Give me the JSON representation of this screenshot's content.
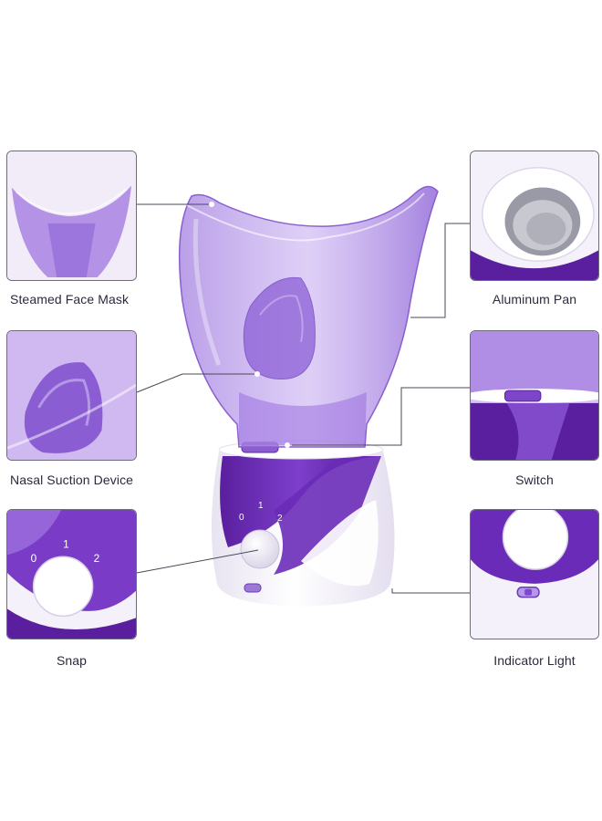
{
  "labels": {
    "steamed_face_mask": "Steamed Face Mask",
    "nasal_suction_device": "Nasal Suction Device",
    "snap": "Snap",
    "aluminum_pan": "Aluminum Pan",
    "switch": "Switch",
    "indicator_light": "Indicator Light"
  },
  "dial_marks": [
    "0",
    "1",
    "2"
  ],
  "colors": {
    "purple_dark": "#5a1f9e",
    "purple_mid": "#7b45c8",
    "purple_light": "#b99be6",
    "mask_translucent": "#9c76dc",
    "base_white": "#f4f1fa",
    "frame": "#6b6b7a"
  }
}
